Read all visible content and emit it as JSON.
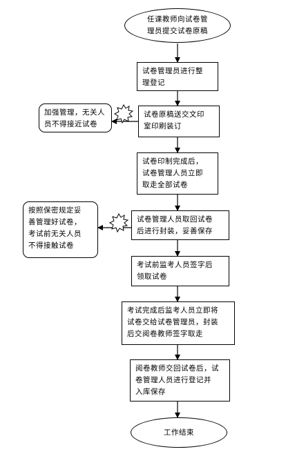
{
  "nodes": {
    "start": "任课教师向试卷管\n理员提交试卷原稿",
    "step1": "试卷管理员进行整\n理登记",
    "step2": "试卷原稿送交文印\n室印刷装订",
    "step3": "试卷印制完成后，\n试卷管理人员立即\n取走全部试卷",
    "step4": "试卷管理人员取回试卷\n后进行封装，妥善保存",
    "step5": "考试前监考人员签字后\n领取试卷",
    "step6": "考试完成后监考人员立即将\n试卷交给试卷管理员，封装\n后交阅卷教师签字取走",
    "step7": "阅卷教师交回试卷后，试\n卷管理人员进行登记并\n入库保存",
    "end": "工作结束"
  },
  "notes": {
    "note1": "加强管理，无关人\n员不得接近试卷",
    "note2": "按照保密规定妥\n善管理好试卷，\n考试前无关人员\n不得接触试卷"
  }
}
